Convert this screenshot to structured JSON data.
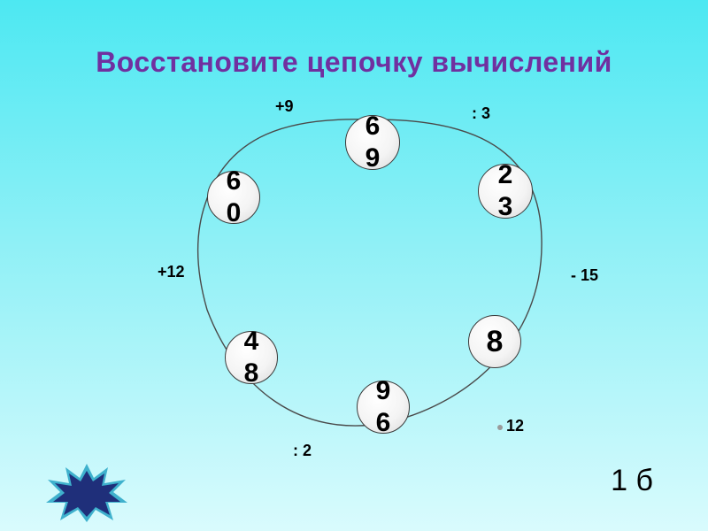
{
  "title": {
    "text": "Восстановите цепочку вычислений",
    "color": "#7030a0"
  },
  "nodes": {
    "top": {
      "d1": "6",
      "d2": "9"
    },
    "top_right": {
      "d1": "2",
      "d2": "3"
    },
    "right": {
      "d1": "8"
    },
    "bottom": {
      "d1": "9",
      "d2": "6"
    },
    "bottom_left": {
      "d1": "4",
      "d2": "8"
    },
    "top_left": {
      "d1": "6",
      "d2": "0"
    }
  },
  "operations": {
    "top_left_to_top": "+9",
    "top_to_top_right": ": 3",
    "top_right_to_right": "- 15",
    "right_to_bottom": "12",
    "bottom_to_bottom_left": ": 2",
    "bottom_left_to_top_left": "+12"
  },
  "score": "1 б",
  "star_button": {
    "icon": "star-burst-icon",
    "fill": "#1f2f7a",
    "glow": "#2fa9c8"
  }
}
